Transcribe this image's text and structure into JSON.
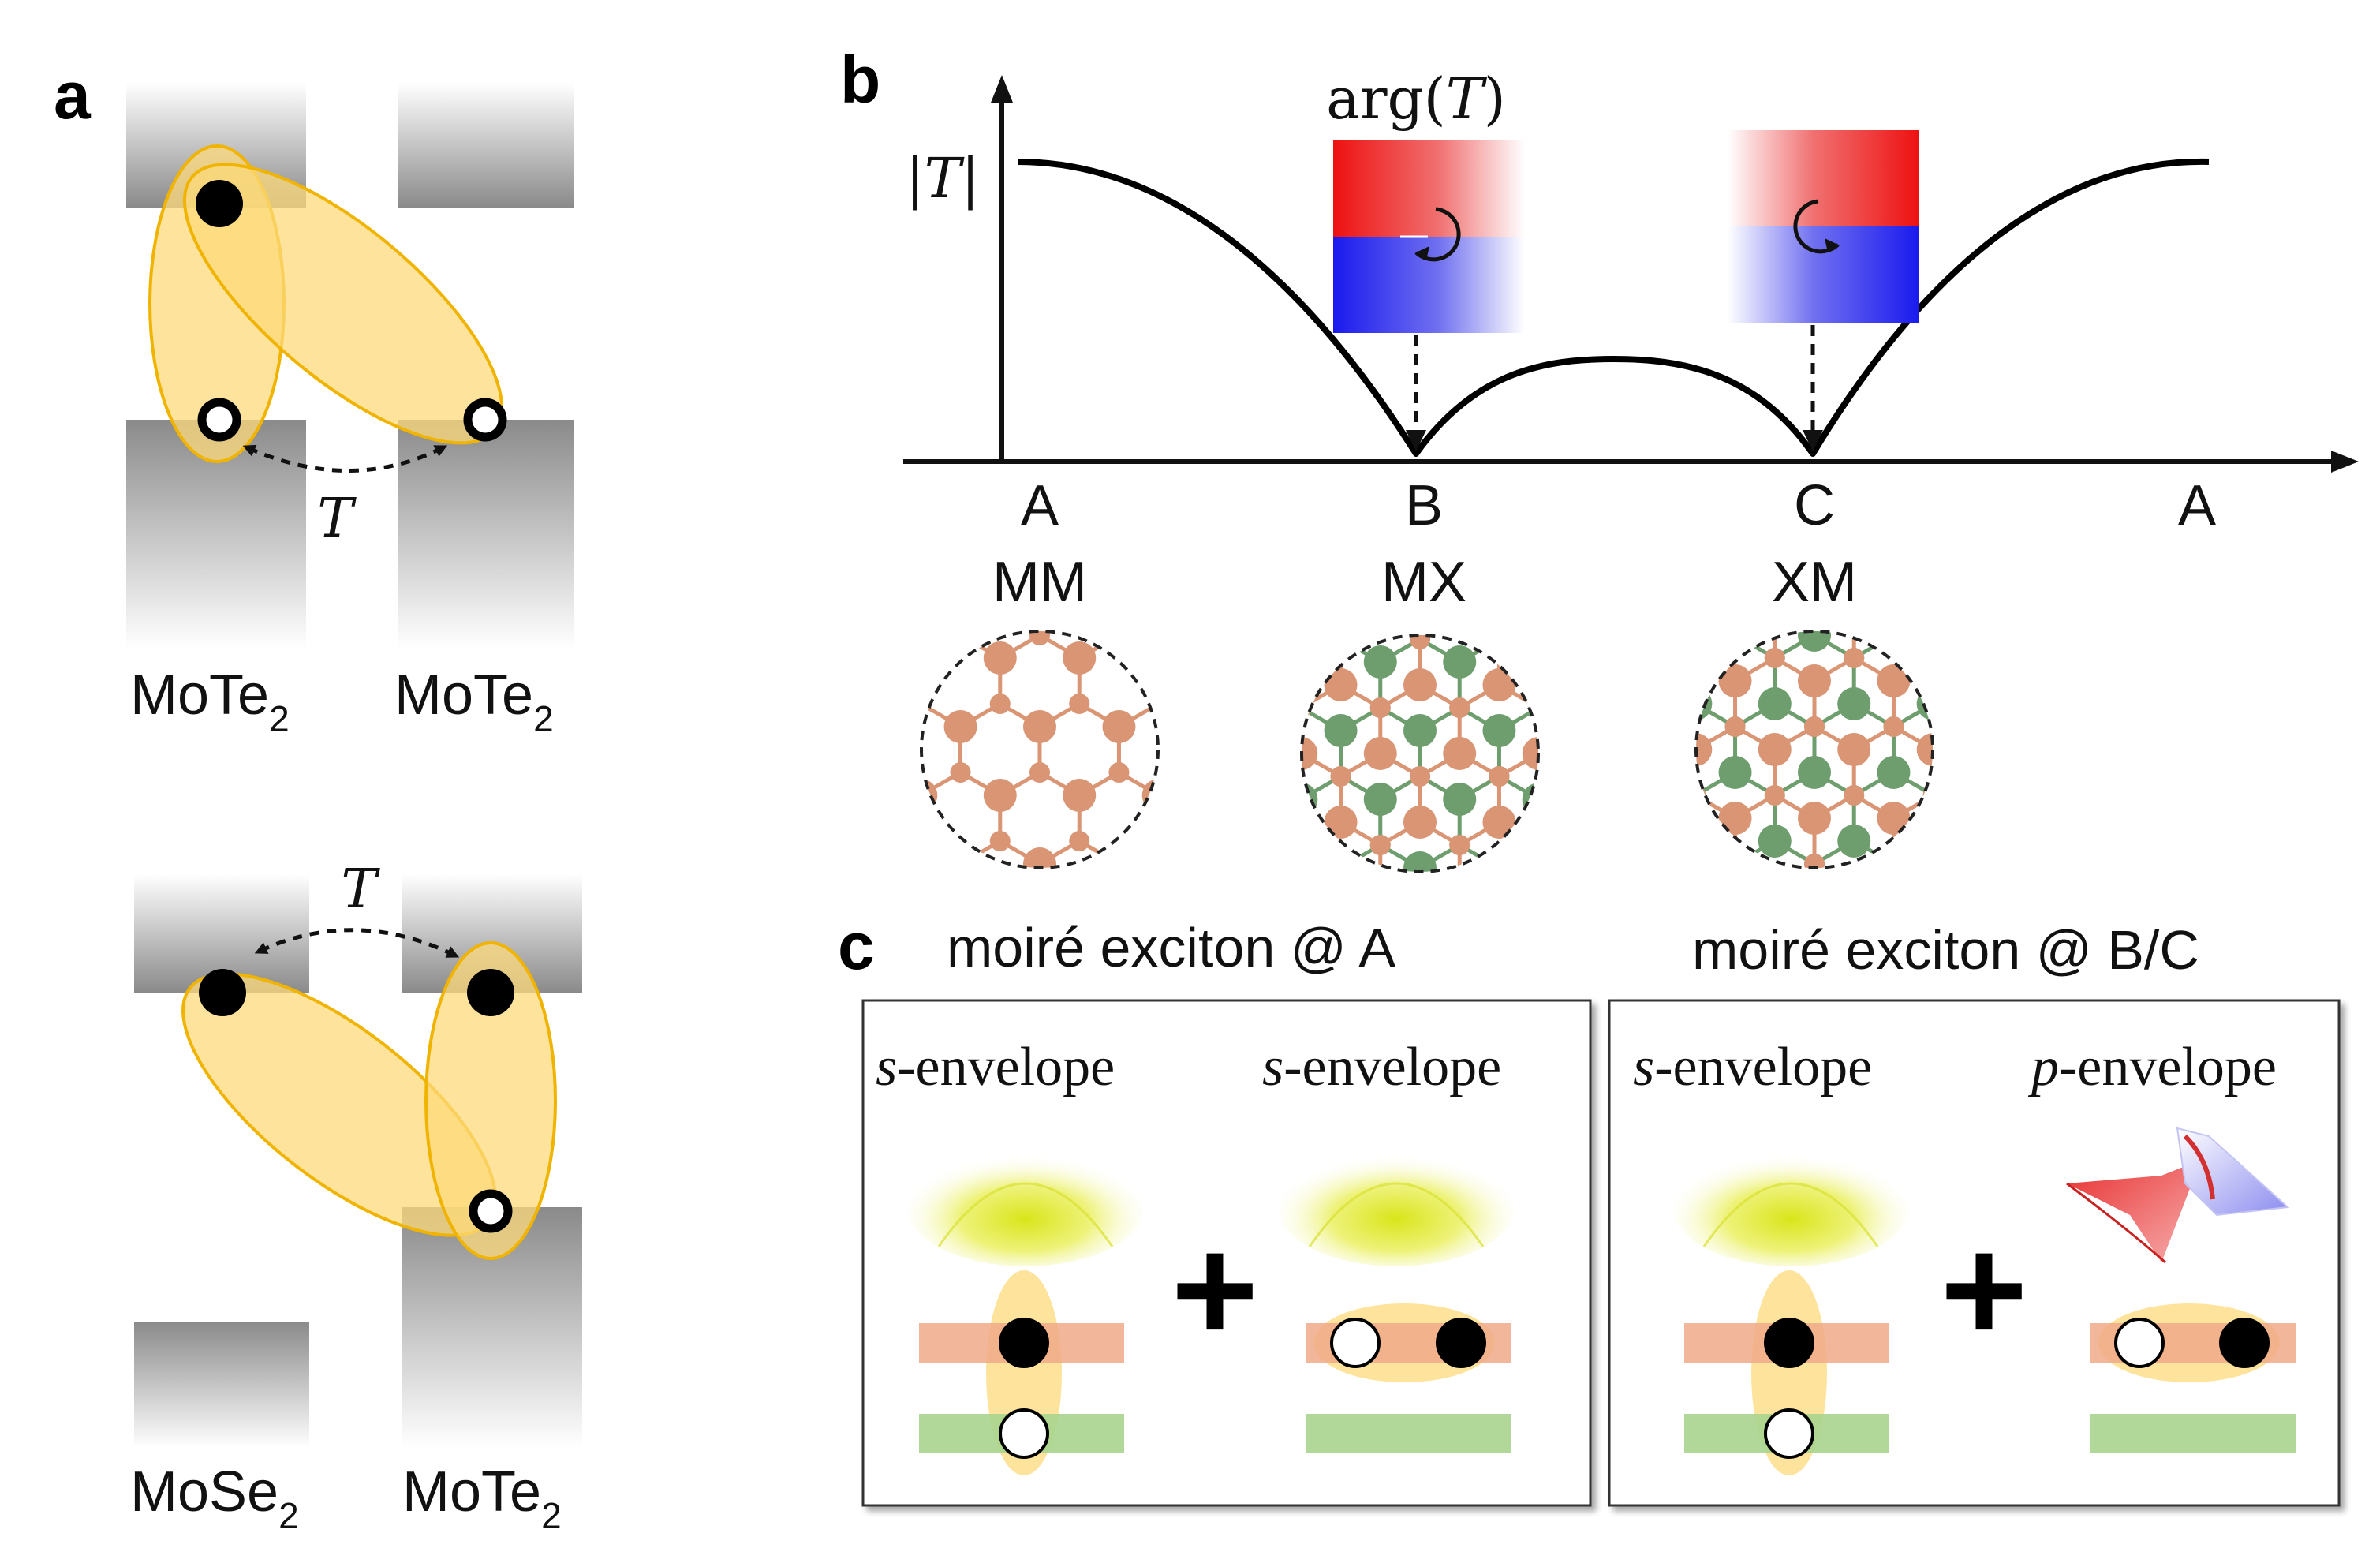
{
  "panels": {
    "a": {
      "letter": "a",
      "top": {
        "left_material": "MoTe",
        "left_sub": "2",
        "right_material": "MoTe",
        "right_sub": "2",
        "coupling_label": "T"
      },
      "bottom": {
        "left_material": "MoSe",
        "left_sub": "2",
        "right_material": "MoTe",
        "right_sub": "2",
        "coupling_label": "T"
      }
    },
    "b": {
      "letter": "b",
      "y_label": "|T|",
      "phase_label_fn": "arg(",
      "phase_label_var": "T",
      "phase_label_close": ")",
      "points": [
        {
          "name": "A",
          "stacking": "MM"
        },
        {
          "name": "B",
          "stacking": "MX"
        },
        {
          "name": "C",
          "stacking": "XM"
        },
        {
          "name": "A",
          "stacking": ""
        }
      ]
    },
    "c": {
      "letter": "c",
      "boxes": [
        {
          "title": "moiré exciton @ A",
          "left_env_sym": "s",
          "left_env_rest": "-envelope",
          "right_env_sym": "s",
          "right_env_rest": "-envelope",
          "plus": "+"
        },
        {
          "title": "moiré exciton @ B/C",
          "left_env_sym": "s",
          "left_env_rest": "-envelope",
          "right_env_sym": "p",
          "right_env_rest": "-envelope",
          "plus": "+"
        }
      ]
    }
  },
  "colors": {
    "exciton_yellow": "#fcd97a",
    "exciton_border": "#f0b400",
    "orange_atom": "#d99574",
    "green_atom": "#6e9d6e",
    "orange_layer": "#f0aa8a",
    "green_layer": "#a8d48e",
    "phase_red": "#ee1111",
    "phase_blue": "#1a1aee"
  },
  "icons": [
    "electron-dot-icon",
    "hole-circle-icon",
    "rotation-arrow-icon",
    "plus-icon"
  ]
}
